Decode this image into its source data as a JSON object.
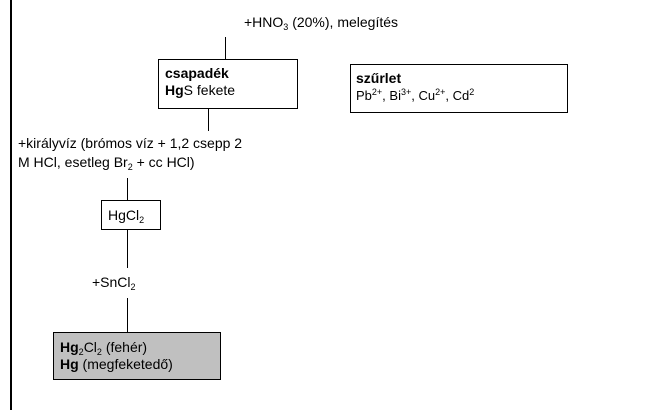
{
  "top_reagent": {
    "prefix": "+HNO",
    "sub": "3",
    "suffix": " (20%), melegítés"
  },
  "precipitate_box": {
    "title": "csapadék",
    "element": "Hg",
    "rest": "S fekete"
  },
  "filtrate_box": {
    "title": "szűrlet",
    "ions": [
      {
        "name": "Pb",
        "charge": "2+",
        "sep": ", "
      },
      {
        "name": "Bi",
        "charge": "3+",
        "sep": ", "
      },
      {
        "name": "Cu",
        "charge": "2+",
        "sep": ", "
      },
      {
        "name": "Cd",
        "charge": "2",
        "sep": ""
      }
    ]
  },
  "aqua_regia": {
    "line1": "+királyvíz (brómos víz + 1,2 csepp 2",
    "line2_prefix": "M HCl, esetleg Br",
    "line2_sub": "2",
    "line2_suffix": " + cc HCl)"
  },
  "hgcl2_box": {
    "text": "HgCl",
    "sub": "2"
  },
  "sncl2_reagent": {
    "text": "+SnCl",
    "sub": "2"
  },
  "result_box": {
    "line1_bold": "Hg",
    "line1_sub": "2",
    "line1_text": "Cl",
    "line1_sub2": "2",
    "line1_rest": " (fehér)",
    "line2_bold": "Hg",
    "line2_rest": " (megfeketedő)",
    "fill_color": "#c0c0c0"
  }
}
